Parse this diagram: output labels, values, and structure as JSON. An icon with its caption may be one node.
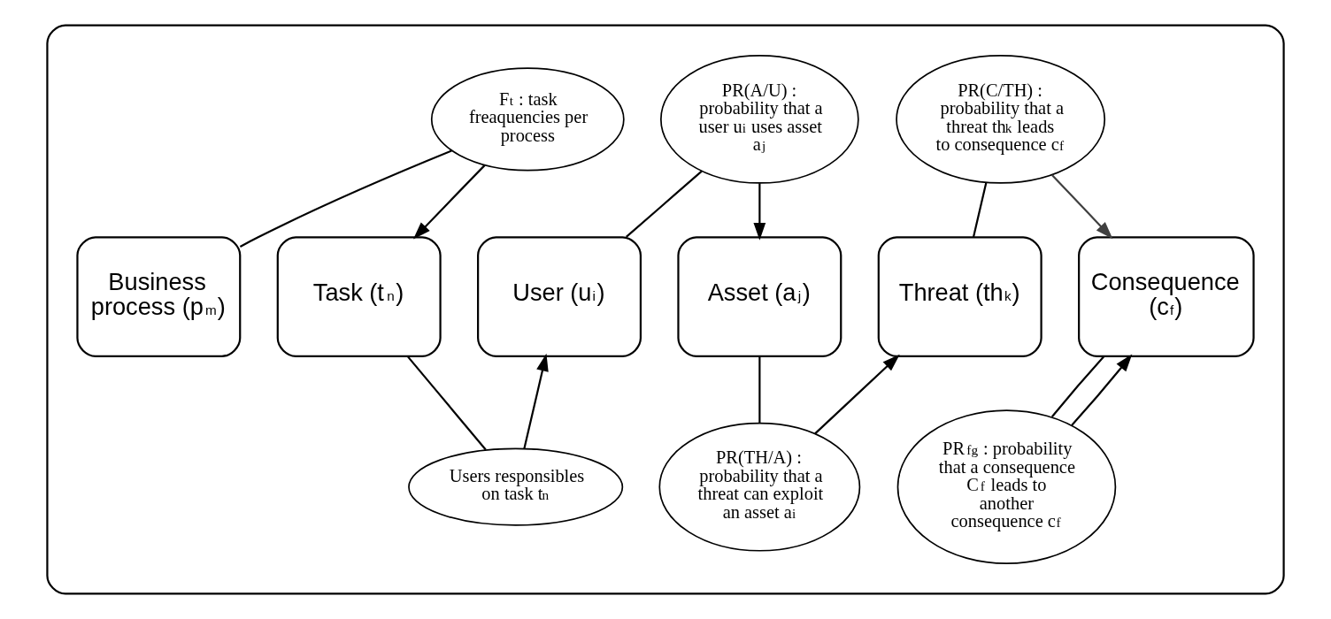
{
  "diagram": {
    "nodes": [
      {
        "text": [],
        "shape": "box"
      },
      {
        "text": [
          "F$_{t}$ : task freaquencies per process"
        ],
        "in": 0
      },
      {
        "text": [
          "PR(A/U) : probability that a user u$_{i}$ uses asset a$_{j}$"
        ],
        "in": 0
      },
      {
        "text": [
          "PR(C/TH) : probability that a threat th$_{k}$ leads to consequence c$_{f}$"
        ],
        "in": 0
      },
      {
        "text": [
          "Business process (p$_{m}$)"
        ],
        "in": 0
      },
      {
        "text": [
          "Task (t$_{n}$)"
        ],
        "in": 0
      },
      {
        "text": [
          "User (u$_{i}$)"
        ],
        "in": 0
      },
      {
        "text": [
          "Asset (a$_{j}$)"
        ],
        "in": 0
      },
      {
        "text": [
          "Threat (th$_{k}$)"
        ],
        "in": 0
      },
      {
        "text": [
          "Consequence (c$_{f}$)"
        ],
        "in": 0
      },
      {
        "text": [
          "Users responsibles on task t$_{n}$"
        ],
        "in": 0
      },
      {
        "text": [
          "PR(TH/A) : probability that a threat can exploit an asset a$_{i}$"
        ],
        "in": 0
      },
      {
        "text": [
          "PR$_{fg}$ : probability that a consequence C$_{f}$ leads to another consequence c$_{f}$"
        ],
        "in": 0
      }
    ],
    "edges": [
      {
        "from": 4,
        "to": 1,
        "arrow": "none"
      },
      {
        "from": 1,
        "to": 5,
        "arrow": "to"
      },
      {
        "from": 6,
        "to": 2,
        "arrow": "none"
      },
      {
        "from": 2,
        "to": 7,
        "arrow": "to"
      },
      {
        "from": 8,
        "to": 3,
        "arrow": "none"
      },
      {
        "from": 3,
        "to": 9,
        "arrow": "to",
        "color": "#404040"
      },
      {
        "from": 5,
        "to": 10,
        "arrow": "none"
      },
      {
        "from": 10,
        "to": 6,
        "arrow": "to"
      },
      {
        "from": 7,
        "to": 11,
        "arrow": "none"
      },
      {
        "from": 11,
        "to": 8,
        "arrow": "to"
      },
      {
        "from": 9,
        "to": 12,
        "arrow": "none"
      },
      {
        "from": 12,
        "to": 9,
        "arrow": "to"
      }
    ]
  }
}
